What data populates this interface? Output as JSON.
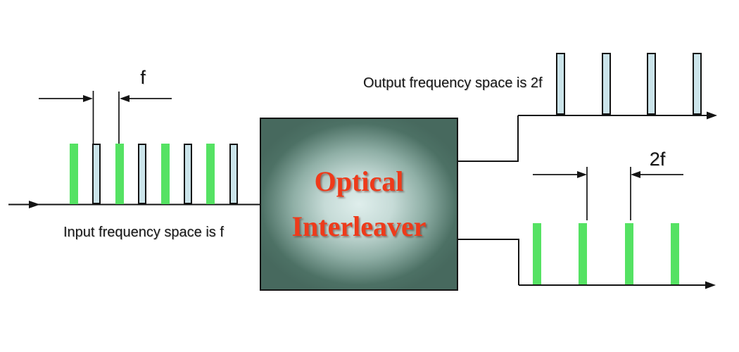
{
  "box": {
    "title_lines": [
      "Optical",
      "Interleaver"
    ]
  },
  "labels": {
    "input": "Input frequency space is f",
    "output_top": "Output frequency space is 2f",
    "dim_input": "f",
    "dim_output": "2f"
  },
  "spectra": {
    "input": {
      "bars": [
        "green",
        "blue",
        "green",
        "blue",
        "green",
        "blue",
        "green",
        "blue"
      ]
    },
    "output_top": {
      "bars": [
        "blue",
        "blue",
        "blue",
        "blue"
      ]
    },
    "output_bottom": {
      "bars": [
        "green",
        "green",
        "green",
        "green"
      ]
    }
  },
  "colors": {
    "channel_green": "#55e263",
    "channel_blue_fill": "#cbe4ea",
    "line_color": "#141414",
    "box_center": "#dfeeec",
    "box_mid": "#8fafa6",
    "box_edge": "#4d7165",
    "title_red": "#ee3a1a"
  }
}
